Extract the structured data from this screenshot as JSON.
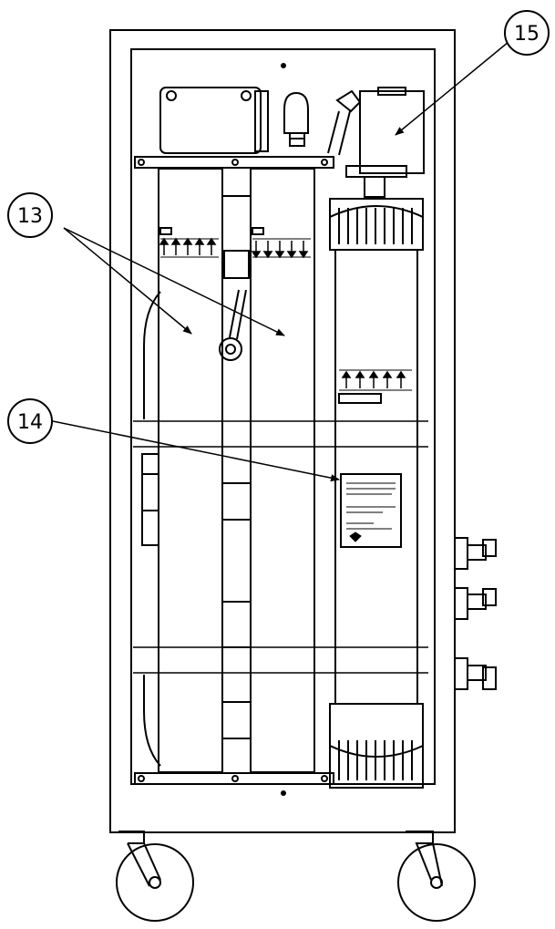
{
  "callouts": [
    {
      "id": "c13",
      "label": "13"
    },
    {
      "id": "c14",
      "label": "14"
    },
    {
      "id": "c15",
      "label": "15"
    }
  ]
}
